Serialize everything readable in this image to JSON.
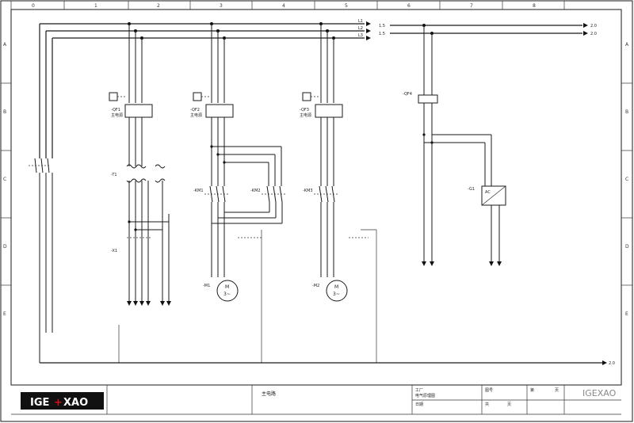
{
  "frame": {
    "columns": [
      "0",
      "1",
      "2",
      "3",
      "4",
      "5",
      "6",
      "7",
      "8"
    ],
    "rows": [
      "A",
      "B",
      "C",
      "D",
      "E"
    ]
  },
  "buses": {
    "left": [
      "L1",
      "L2",
      "L3"
    ],
    "right_in": [
      "1.5",
      "1.5"
    ],
    "right_out": [
      "2.0",
      "2.0"
    ],
    "bottom_out": "2.0"
  },
  "feeders": [
    {
      "breaker": "-QF1",
      "note": "主电源",
      "transformer": "-T1",
      "terminals": "-X1"
    },
    {
      "breaker": "-QF2",
      "note": "主电源",
      "contactors": [
        "-KM1",
        "-KM2"
      ],
      "motor": "M",
      "motor_sym": "3~",
      "motor_label": "-M1"
    },
    {
      "breaker": "-QF3",
      "note": "主电源",
      "contactors": [
        "-KM3"
      ],
      "motor": "M",
      "motor_sym": "3~",
      "motor_label": "-M2"
    }
  ],
  "control": {
    "breaker": "-QF4",
    "psu": "AC",
    "psu_label": "-G1"
  },
  "title_block": {
    "logo_left": "IGE",
    "logo_mark": "+",
    "logo_right": "XAO",
    "center_label": "主电路",
    "cells": [
      "工厂",
      "电气原理图",
      "日期",
      "图号",
      "共",
      "页",
      "第",
      "页"
    ],
    "watermark": "IGEXAO"
  },
  "colors": {
    "ink": "#1a1a1a",
    "logo_bg": "#111111",
    "logo_accent": "#d0101a"
  }
}
